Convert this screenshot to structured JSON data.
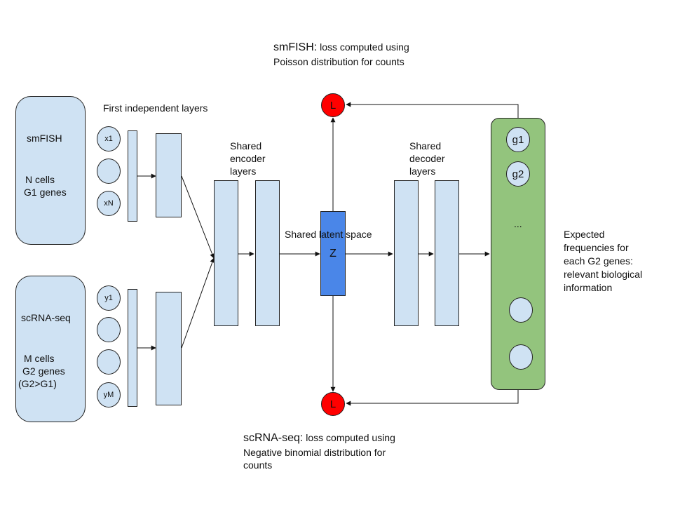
{
  "top_caption": {
    "title": "smFISH:",
    "line1": "loss computed using",
    "line2": "Poisson distribution for counts"
  },
  "bottom_caption": {
    "title": "scRNA-seq:",
    "line1": "loss computed using",
    "line2": "Negative binomial distribution for",
    "line3": "counts"
  },
  "smfish_box": {
    "name": "smFISH",
    "cells": "N cells",
    "genes": "G1 genes"
  },
  "scrna_box": {
    "name": "scRNA-seq",
    "cells": "M cells",
    "genes": "G2 genes",
    "note": "(G2>G1)"
  },
  "smfish_nodes": [
    "x1",
    "",
    "xN"
  ],
  "scrna_nodes": [
    "y1",
    "",
    "",
    "yM"
  ],
  "labels": {
    "first_layers": "First independent layers",
    "encoder_line1": "Shared",
    "encoder_line2": "encoder",
    "encoder_line3": "layers",
    "decoder_line1": "Shared",
    "decoder_line2": "decoder",
    "decoder_line3": "layers",
    "latent_space": "Shared latent space",
    "latent_symbol": "Z",
    "loss_symbol": "L"
  },
  "output_nodes": [
    "g1",
    "g2"
  ],
  "output_ellipsis": "...",
  "output_description": {
    "line1": "Expected",
    "line2": "frequencies for",
    "line3": "each G2 genes:",
    "line4": "relevant biological",
    "line5": "information"
  },
  "colors": {
    "input_fill": "#cfe2f3",
    "latent_fill": "#4a86e8",
    "loss_fill": "#ff0000",
    "output_fill": "#93c47d"
  }
}
